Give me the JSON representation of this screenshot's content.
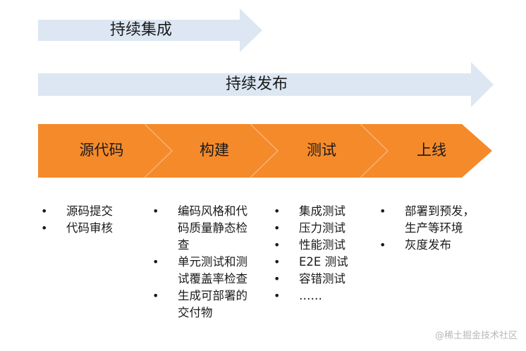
{
  "banners": {
    "ci": "持续集成",
    "cd": "持续发布"
  },
  "stages": [
    "源代码",
    "构建",
    "测试",
    "上线"
  ],
  "columns": [
    [
      "源码提交",
      "代码审核"
    ],
    [
      "编码风格和代码质量静态检查",
      "单元测试和测试覆盖率检查",
      "生成可部署的交付物"
    ],
    [
      "集成测试",
      "压力测试",
      "性能测试",
      "E2E 测试",
      "容错测试",
      "……"
    ],
    [
      "部署到预发，生产等环境",
      "灰度发布"
    ]
  ],
  "watermark": "@稀土掘金技术社区",
  "colors": {
    "banner": "#dce7f3",
    "stage": "#f58a2a",
    "stage_divider": "#f7b27a"
  }
}
